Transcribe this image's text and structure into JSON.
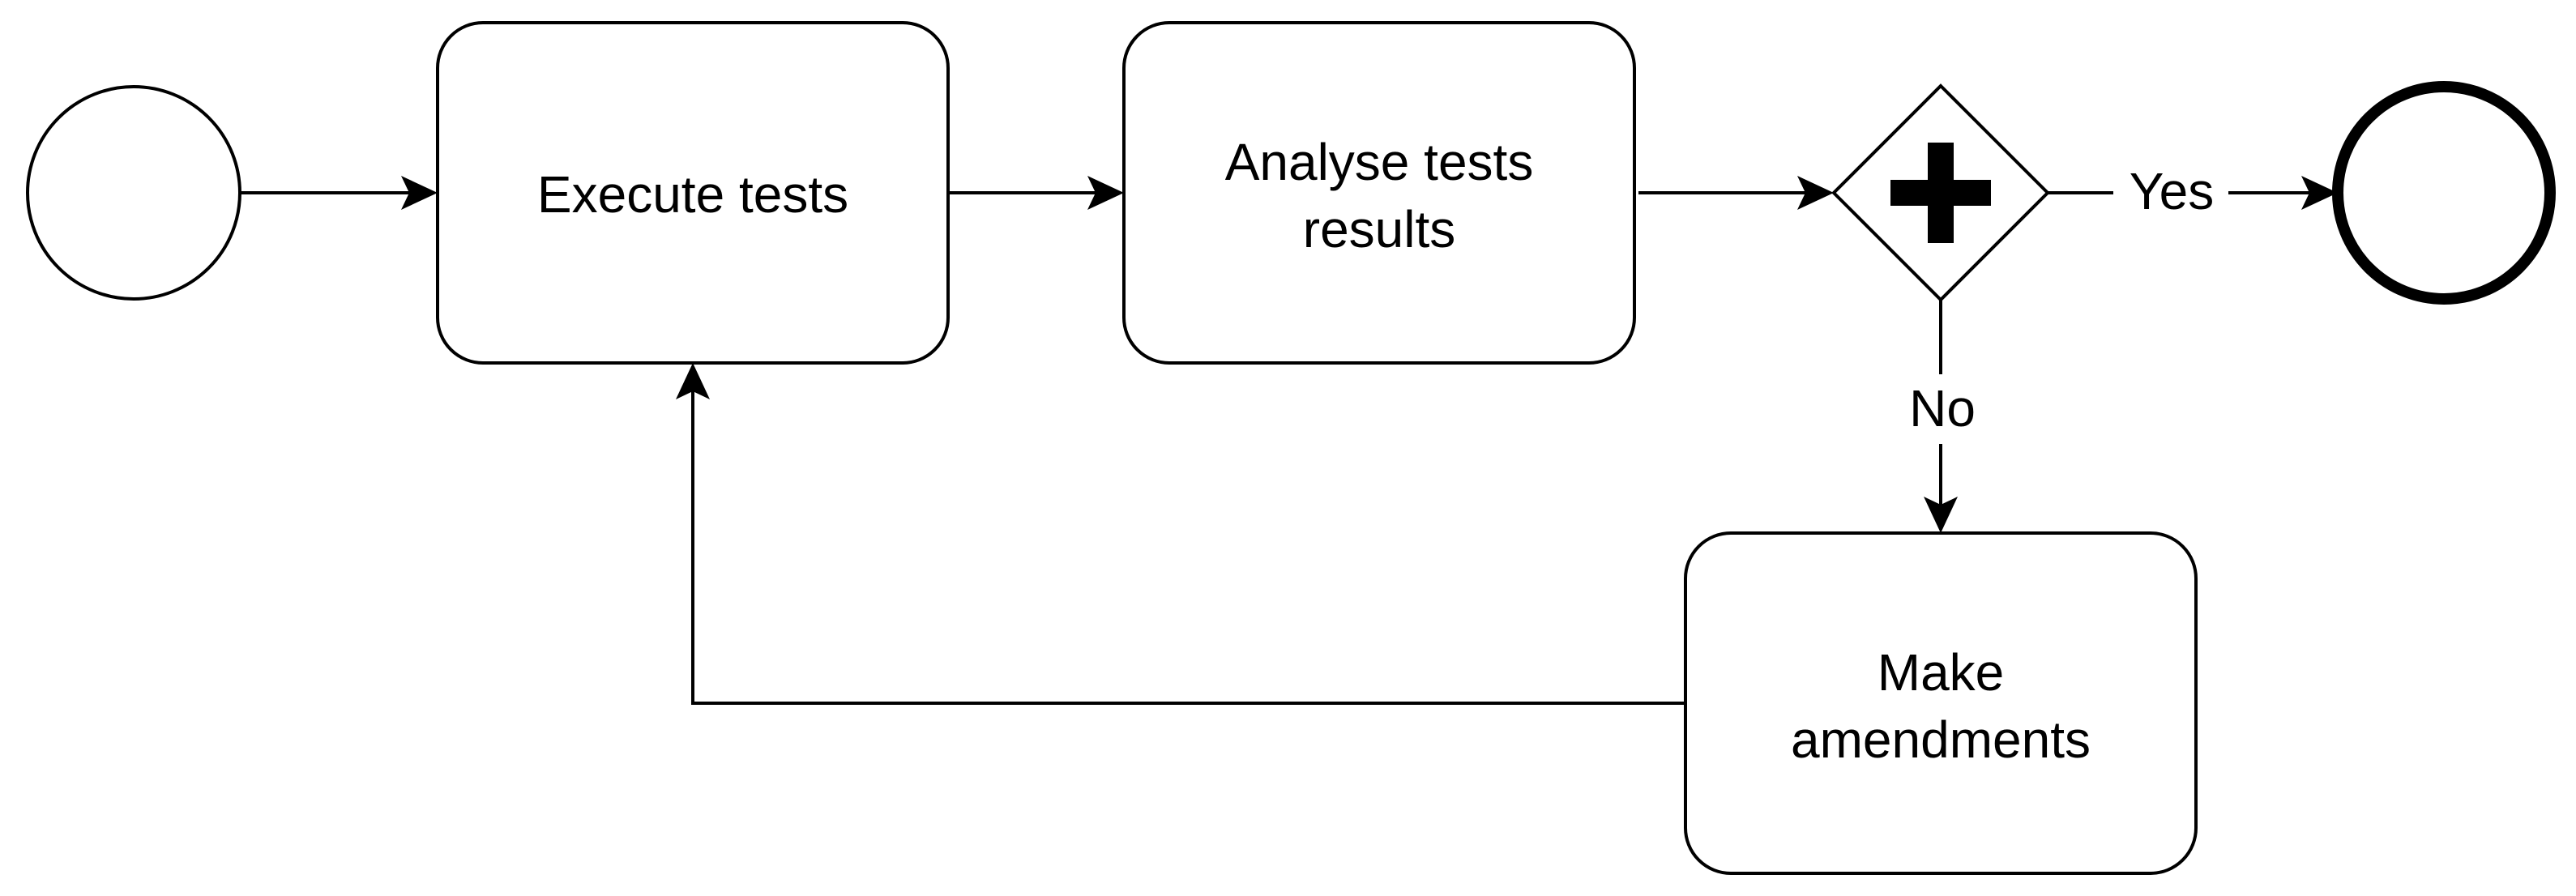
{
  "events": {
    "start": {
      "icon": "start-event-circle"
    },
    "end": {
      "icon": "end-event-circle"
    }
  },
  "tasks": {
    "execute": {
      "lines": [
        "Execute tests"
      ]
    },
    "analyse": {
      "lines": [
        "Analyse tests",
        "results"
      ]
    },
    "amend": {
      "lines": [
        "Make",
        "amendments"
      ]
    }
  },
  "gateway": {
    "icon": "parallel-gateway-plus-icon"
  },
  "flows": {
    "yes_label": "Yes",
    "no_label": "No"
  },
  "colors": {
    "stroke": "#000000",
    "fill": "#ffffff"
  }
}
